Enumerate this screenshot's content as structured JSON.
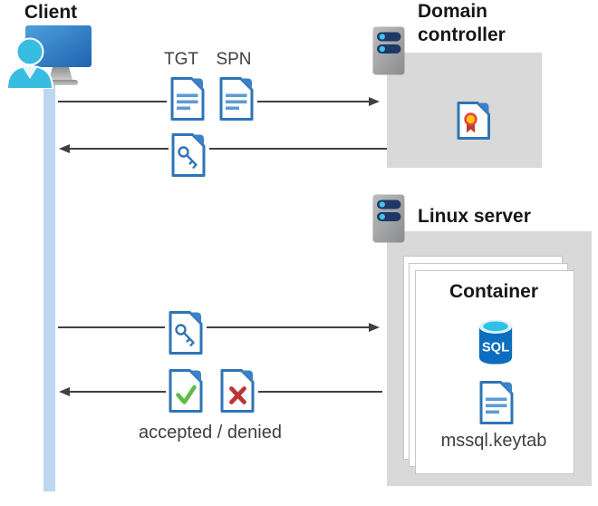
{
  "client": {
    "label": "Client"
  },
  "domain_controller": {
    "label": "Domain controller"
  },
  "linux_server": {
    "label": "Linux server"
  },
  "container": {
    "label": "Container",
    "sql_label": "SQL",
    "keytab_label": "mssql.keytab"
  },
  "messages": {
    "tgt_label": "TGT",
    "spn_label": "SPN",
    "result_label": "accepted / denied"
  },
  "icons": {
    "client": "client-computer-icon",
    "domain_controller": "server-icon",
    "linux_server": "server-icon",
    "certificate": "certificate-document-icon",
    "tgt": "document-icon",
    "spn": "document-icon",
    "key_ticket": "key-document-icon",
    "accepted": "check-document-icon",
    "denied": "x-document-icon",
    "sql": "sql-database-icon"
  },
  "colors": {
    "doc_border_blue": "#2E75B6",
    "doc_fold_blue": "#3C82C8",
    "doc_line_blue": "#5B9BD5",
    "lifeline_blue": "#BDD7F0",
    "box_gray": "#D9D9D9",
    "arrow_gray": "#404040",
    "accepted_green": "#5FBB46",
    "denied_red": "#BE3434",
    "sql_blue": "#0D6DBE",
    "sql_cyan": "#2FC1E8",
    "server_bar_navy": "#1F3864",
    "server_dot_cyan": "#3FC6F0",
    "monitor_blue": "#2E7FC2",
    "person_cyan": "#38BDE2"
  }
}
